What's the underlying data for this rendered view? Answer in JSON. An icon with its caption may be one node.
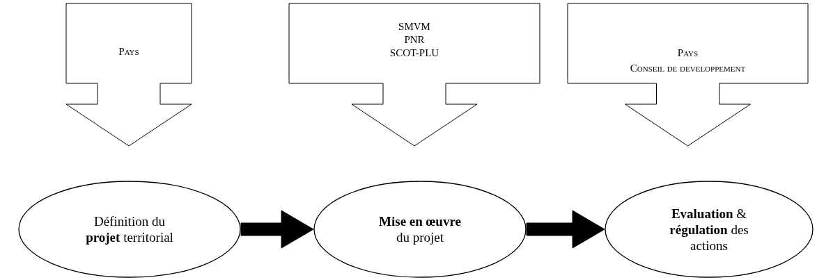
{
  "diagram": {
    "nodes": [
      {
        "text": [
          "Pays"
        ]
      },
      {
        "text": [
          "SMVM PNR SCOT-PLU"
        ]
      },
      {
        "text": [
          "Pays",
          "Conseil de developpement"
        ]
      },
      {
        "text": [
          "Définition du **projet** territorial"
        ]
      },
      {
        "text": [
          "**Mise en œuvre** du projet"
        ]
      },
      {
        "text": [
          "**Evaluation** & **régulation** des actions"
        ]
      }
    ],
    "edges": [
      {
        "from": 3,
        "to": 4,
        "arrow": "to"
      },
      {
        "from": 4,
        "to": 5,
        "arrow": "to"
      }
    ]
  }
}
